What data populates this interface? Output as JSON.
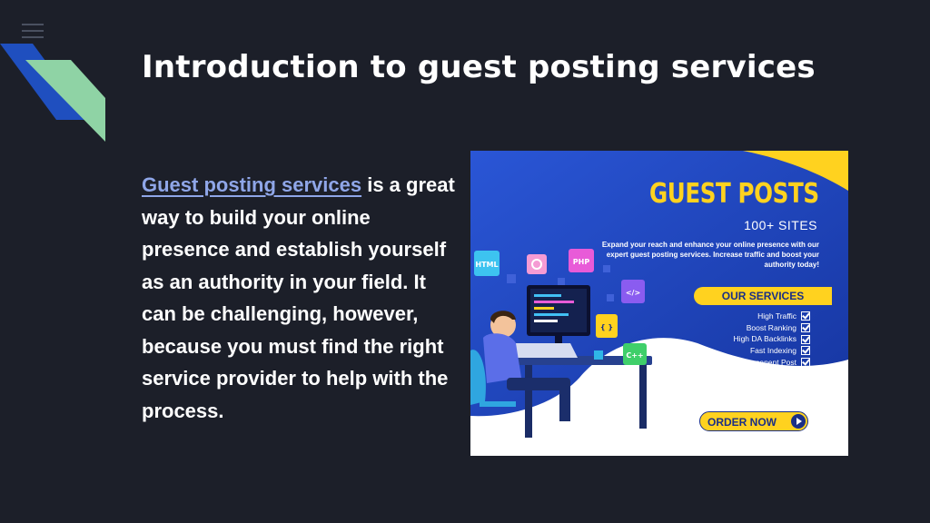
{
  "colors": {
    "background": "#1c1f29",
    "link": "#8fa6e8",
    "deco_blue": "#1f4fbf",
    "deco_green": "#8fd3a5",
    "ad_blue": "#1a3fb5",
    "ad_yellow": "#ffd21f"
  },
  "slide": {
    "title": "Introduction to guest posting services",
    "body": {
      "link_text": "Guest posting services",
      "text": " is a great way to build your online presence and establish yourself as an authority in your field. It can be challenging, however, because you must find the right service provider to help with the process."
    }
  },
  "ad": {
    "headline": "GUEST POSTS",
    "subheadline": "100+ SITES",
    "description": "Expand your reach and enhance your online presence with our expert guest posting services. Increase traffic and boost your authority today!",
    "services_label": "OUR SERVICES",
    "features": [
      "High Traffic",
      "Boost Ranking",
      "High DA Backlinks",
      "Fast Indexing",
      "Parmanent Post"
    ],
    "order_button": "ORDER NOW",
    "code_tags": [
      "HTML",
      "PHP",
      "</>",
      "{ }",
      "C++"
    ]
  },
  "icons": [
    "menu-icon",
    "check-icon",
    "play-icon",
    "gear-icon"
  ]
}
